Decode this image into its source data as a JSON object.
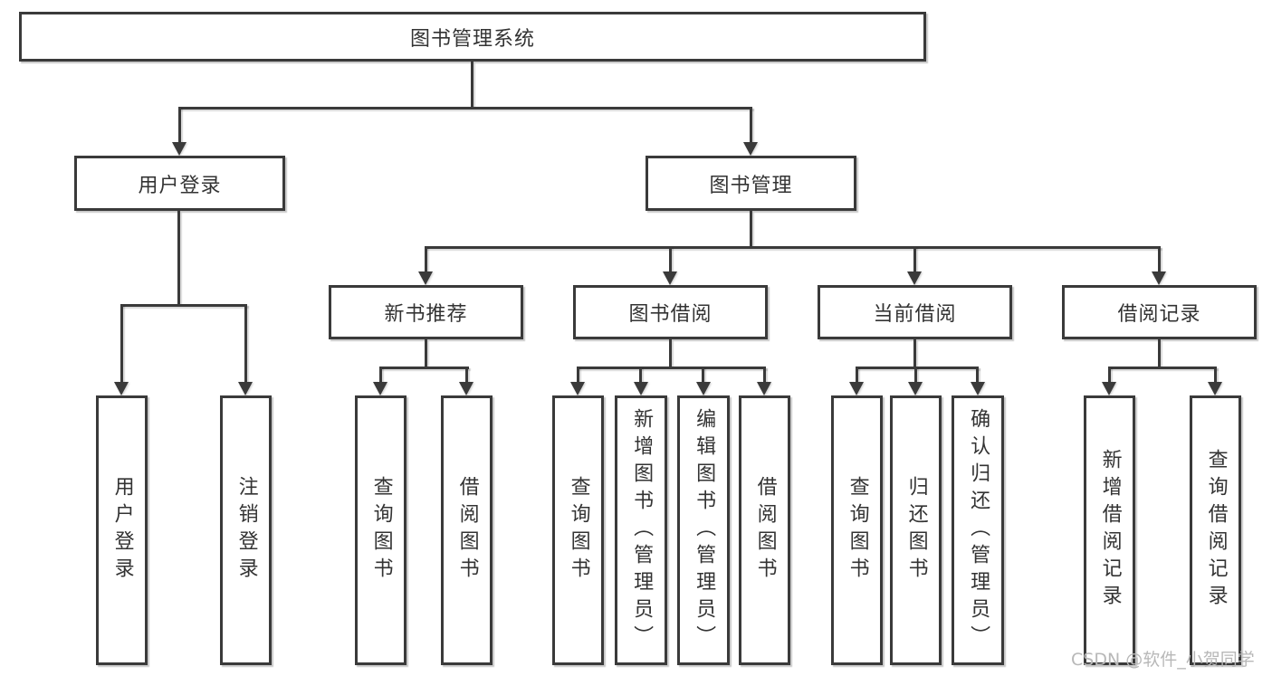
{
  "diagram_title": "图书管理系统",
  "tree": {
    "root": {
      "label": "图书管理系统"
    },
    "branches": [
      {
        "label": "用户登录",
        "children": [
          {
            "label": "用户登录"
          },
          {
            "label": "注销登录"
          }
        ]
      },
      {
        "label": "图书管理",
        "children": [
          {
            "label": "新书推荐",
            "children": [
              {
                "label": "查询图书"
              },
              {
                "label": "借阅图书"
              }
            ]
          },
          {
            "label": "图书借阅",
            "children": [
              {
                "label": "查询图书"
              },
              {
                "label": "新增图书（管理员）"
              },
              {
                "label": "编辑图书（管理员）"
              },
              {
                "label": "借阅图书"
              }
            ]
          },
          {
            "label": "当前借阅",
            "children": [
              {
                "label": "查询图书"
              },
              {
                "label": "归还图书"
              },
              {
                "label": "确认归还（管理员）"
              }
            ]
          },
          {
            "label": "借阅记录",
            "children": [
              {
                "label": "新增借阅记录"
              },
              {
                "label": "查询借阅记录"
              }
            ]
          }
        ]
      }
    ]
  },
  "watermark": {
    "text": "CSDN @软件_小贺同学"
  },
  "colors": {
    "line": "#3a3a3a",
    "text": "#333333",
    "background": "#ffffff",
    "watermark": "#b8b8b8"
  }
}
